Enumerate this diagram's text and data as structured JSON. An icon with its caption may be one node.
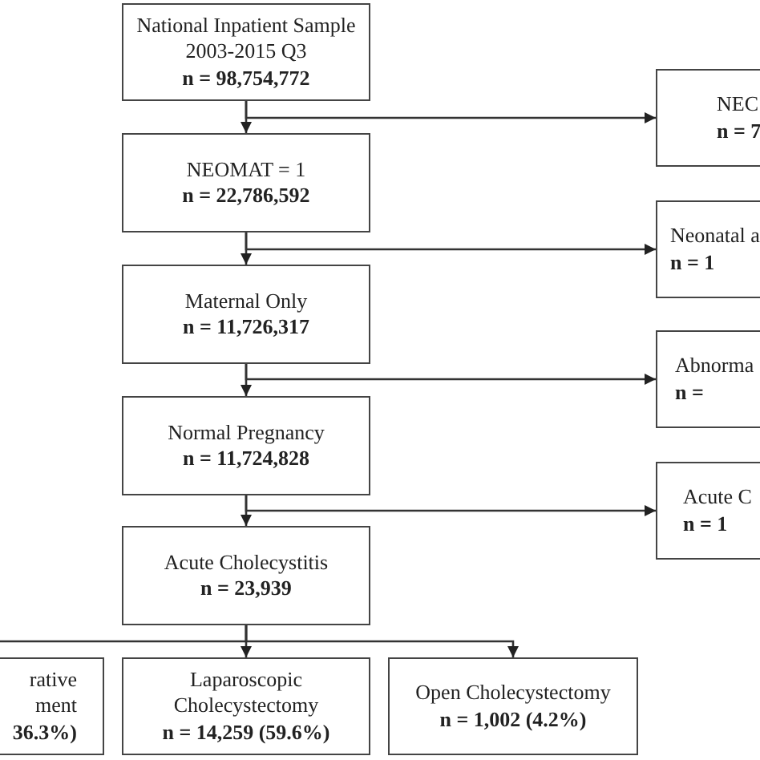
{
  "diagram": {
    "nodes": [
      {
        "text": [
          "National Inpatient Sample 2003-2015 Q3",
          "n = 98,754,772"
        ]
      },
      {
        "text": [
          "NEC",
          "n = 7"
        ]
      },
      {
        "text": [
          "NEOMAT = 1",
          "n = 22,786,592"
        ]
      },
      {
        "text": [
          "Neonatal a",
          "n = 1"
        ]
      },
      {
        "text": [
          "Maternal Only",
          "n = 11,726,317"
        ]
      },
      {
        "text": [
          "Abnorma",
          "n ="
        ]
      },
      {
        "text": [
          "Normal Pregnancy",
          "n = 11,724,828"
        ]
      },
      {
        "text": [
          "Acute C",
          "n = 1"
        ]
      },
      {
        "text": [
          "Acute Cholecystitis",
          "n = 23,939"
        ]
      },
      {
        "text": [
          "rative ment",
          "36.3%)"
        ]
      },
      {
        "text": [
          "Laparoscopic Cholecystectomy",
          "n = 14,259 (59.6%)"
        ]
      },
      {
        "text": [
          "Open Cholecystectomy",
          "n = 1,002 (4.2%)"
        ]
      }
    ],
    "edges": [
      {
        "from": 0,
        "to": 2,
        "arrow": "to"
      },
      {
        "from": 0,
        "to": 1,
        "arrow": "to"
      },
      {
        "from": 2,
        "to": 4,
        "arrow": "to"
      },
      {
        "from": 2,
        "to": 3,
        "arrow": "to"
      },
      {
        "from": 4,
        "to": 6,
        "arrow": "to"
      },
      {
        "from": 4,
        "to": 5,
        "arrow": "to"
      },
      {
        "from": 6,
        "to": 8,
        "arrow": "to"
      },
      {
        "from": 6,
        "to": 7,
        "arrow": "to"
      },
      {
        "from": 8,
        "to": 9,
        "arrow": "to"
      },
      {
        "from": 8,
        "to": 10,
        "arrow": "to"
      },
      {
        "from": 8,
        "to": 11,
        "arrow": "to"
      }
    ]
  }
}
